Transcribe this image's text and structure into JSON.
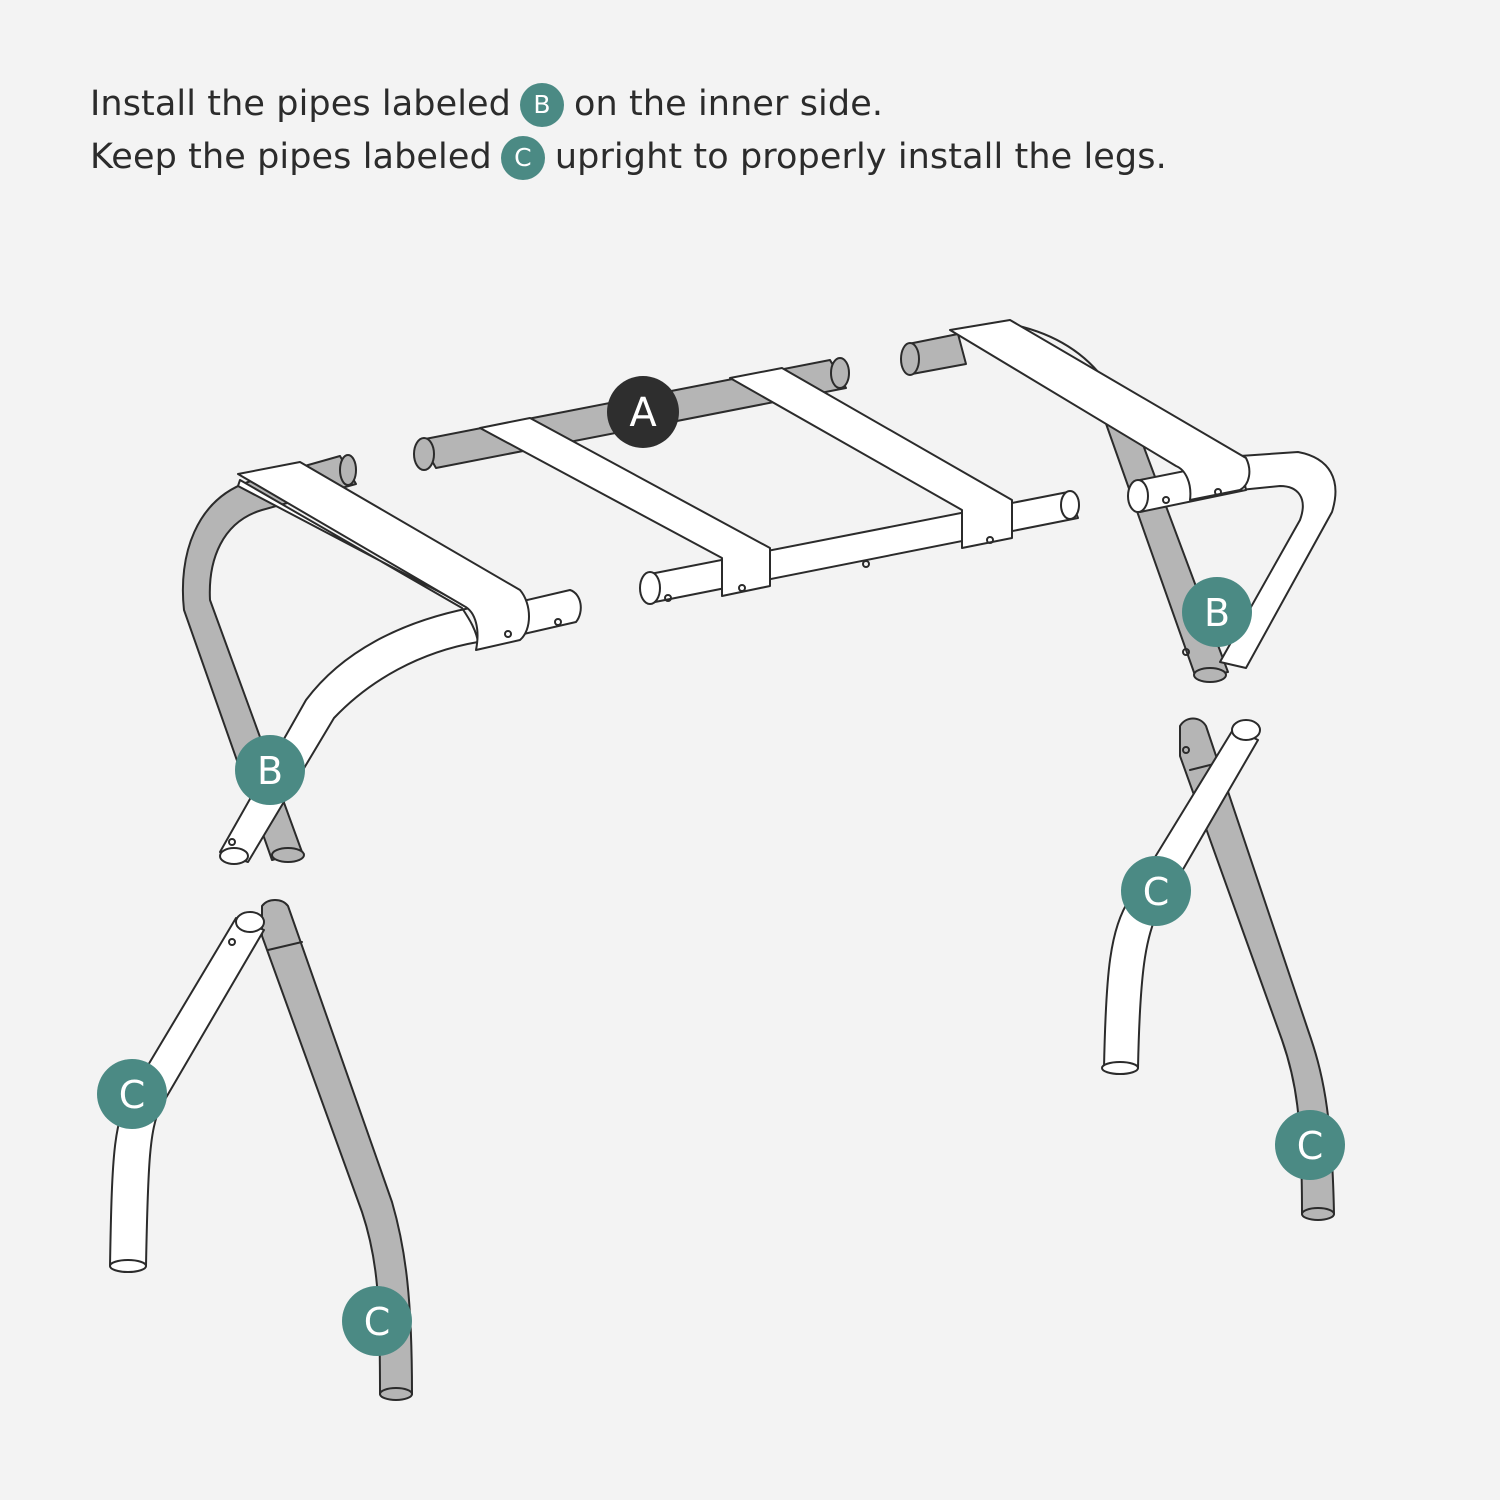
{
  "instructions": {
    "line1_before": "Install the pipes labeled",
    "line1_label": "B",
    "line1_after": "on the inner side.",
    "line2_before": "Keep the pipes labeled",
    "line2_label": "C",
    "line2_after": "upright to properly install the legs."
  },
  "callouts": {
    "a": "A",
    "b": "B",
    "c": "C"
  },
  "colors": {
    "background": "#f3f3f3",
    "outline": "#2b2b2b",
    "gray_pipe": "#b5b5b5",
    "white_pipe": "#ffffff",
    "teal_badge": "#4b8a84",
    "dark_badge": "#2e2e2e"
  }
}
